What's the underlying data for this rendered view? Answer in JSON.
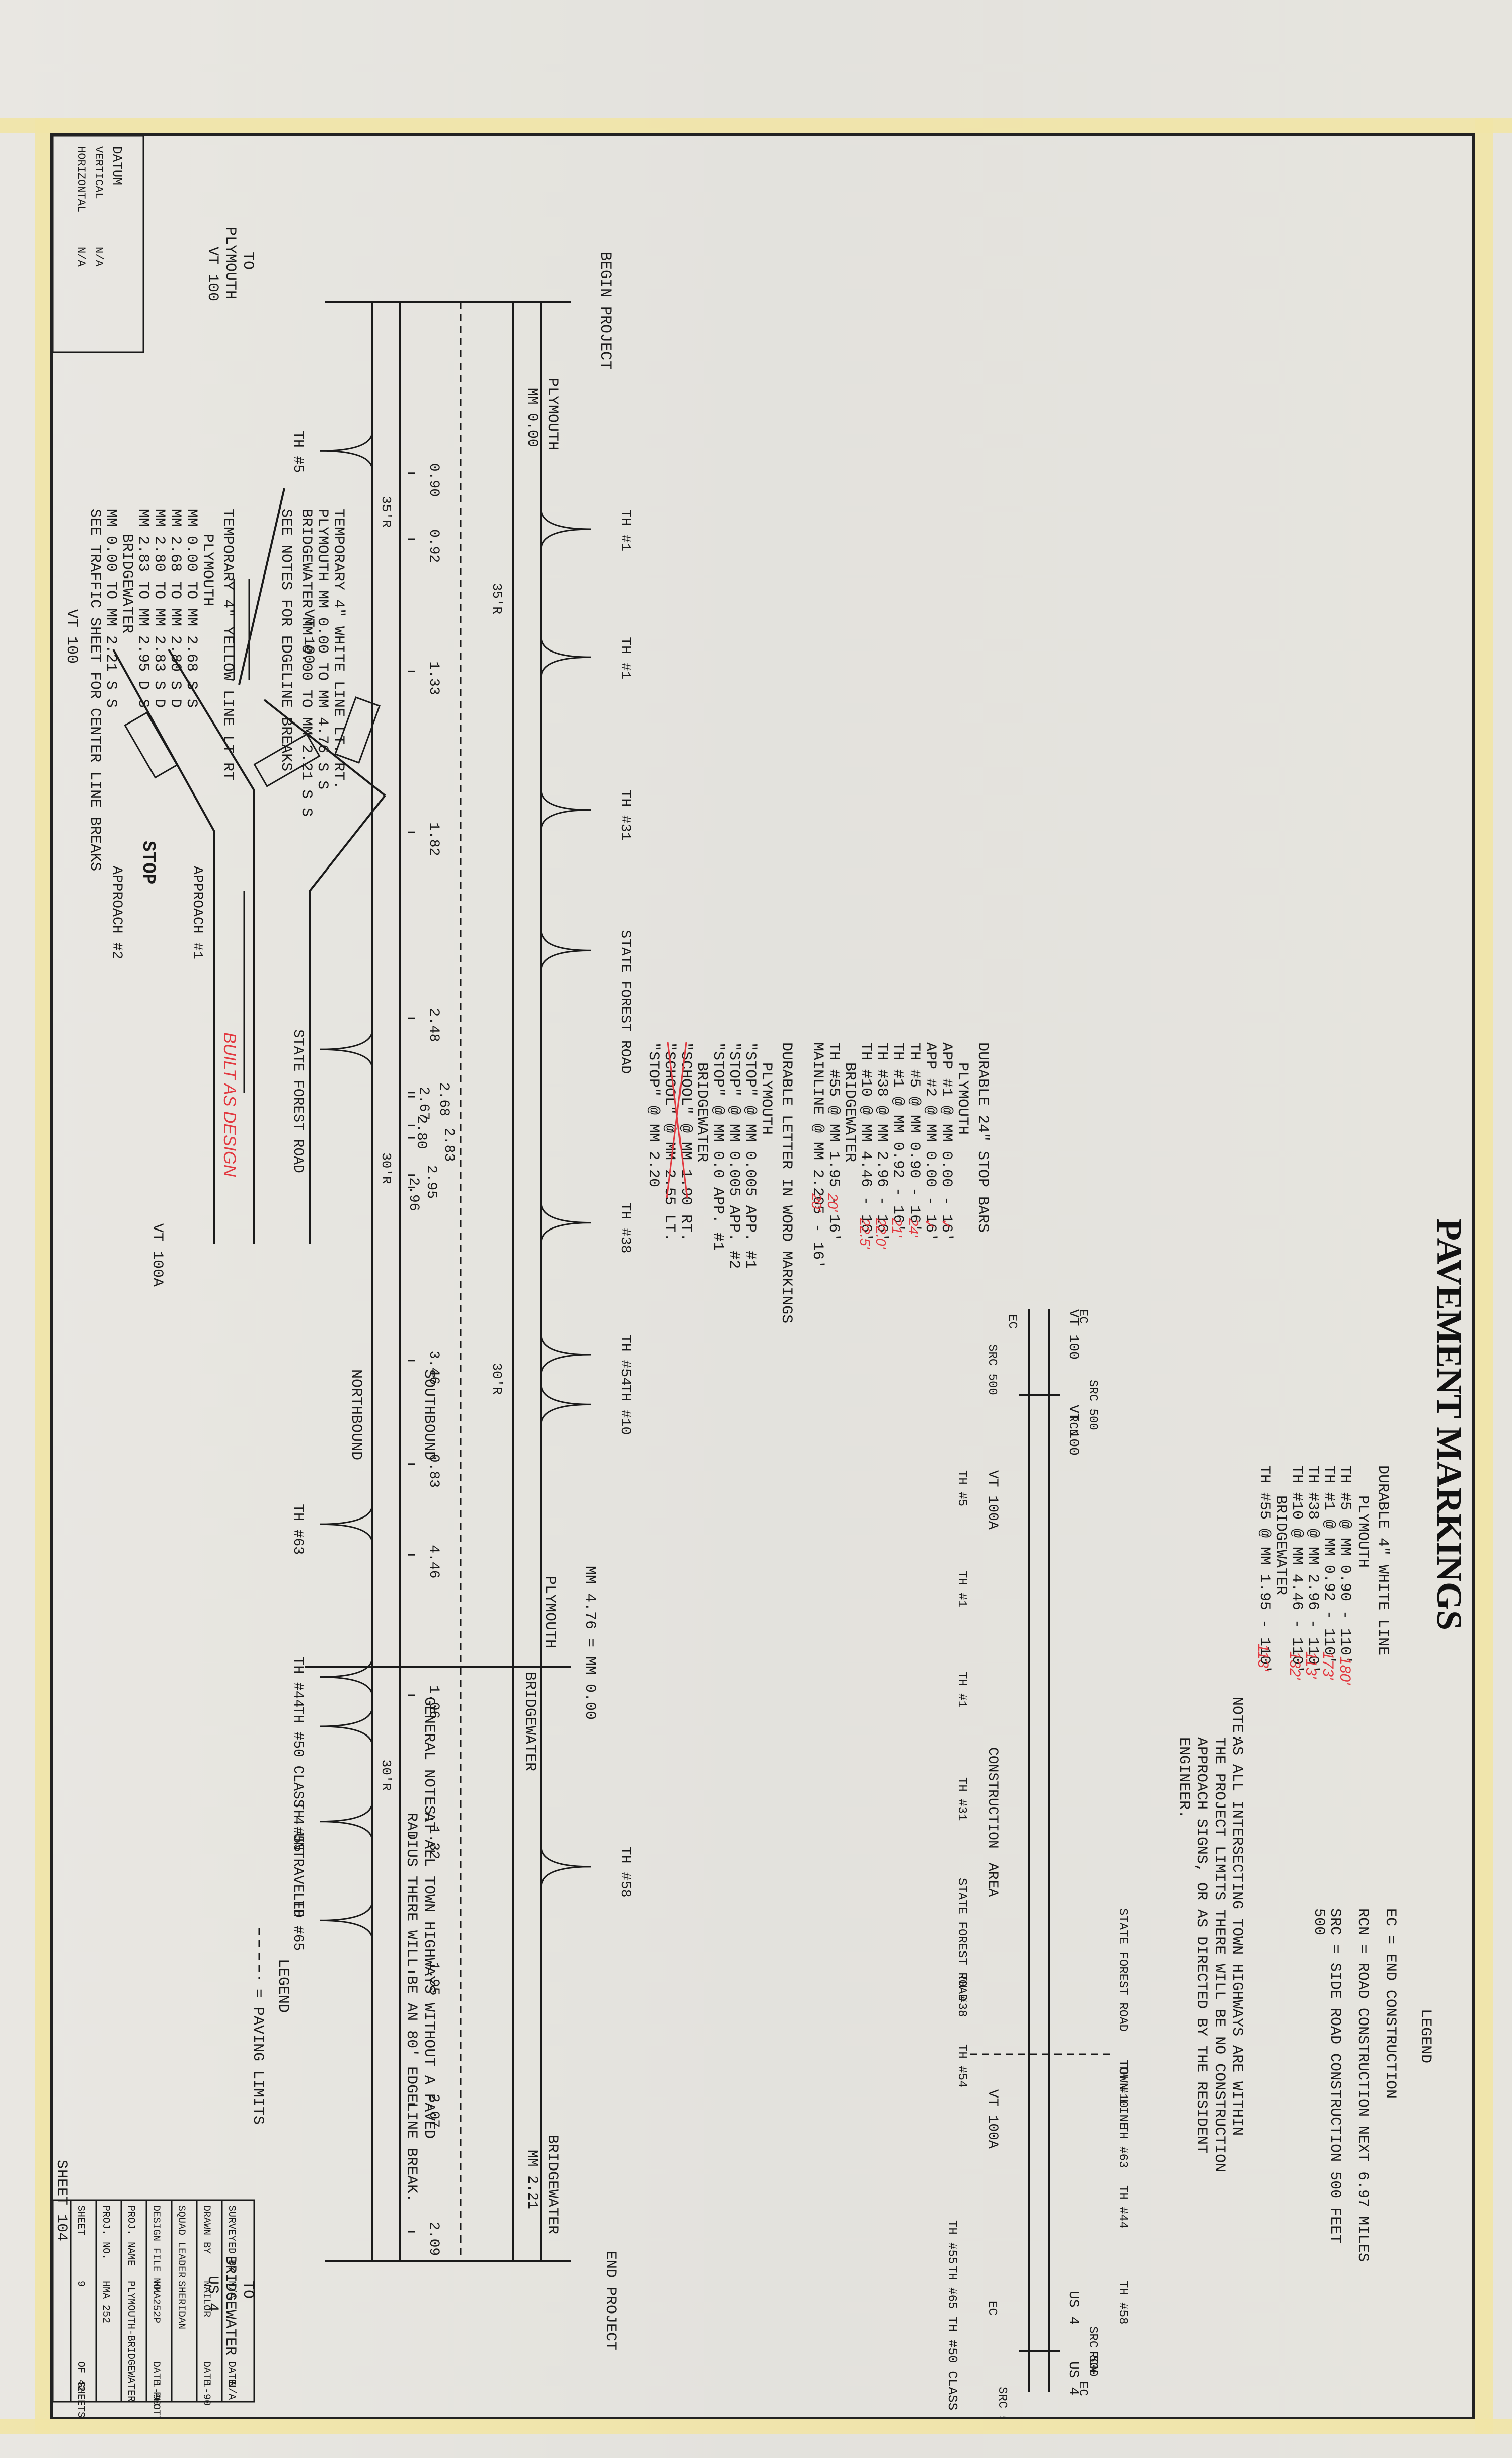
{
  "title": "PAVEMENT MARKINGS",
  "legend": {
    "title": "LEGEND",
    "lines": [
      "EC = END CONSTRUCTION",
      "RCN = ROAD CONSTRUCTION NEXT 6.97 MILES",
      "SRC = SIDE ROAD CONSTRUCTION 500 FEET",
      "500"
    ]
  },
  "note": {
    "label": "NOTE:",
    "lines": [
      "AS ALL INTERSECTING TOWN HIGHWAYS ARE WITHIN",
      "THE PROJECT LIMITS THERE WILL BE NO CONSTRUCTION",
      "APPROACH SIGNS, OR AS DIRECTED BY THE RESIDENT",
      "ENGINEER."
    ]
  },
  "durable_white": {
    "title": "DURABLE 4\" WHITE LINE",
    "town1": "PLYMOUTH",
    "town2": "BRIDGEWATER",
    "lines": [
      "TH #5 @ MM 0.90 - 110'",
      "TH #1 @ MM 0.92 - 110'",
      "TH #38 @ MM 2.96 - 110'",
      "TH #10 @ MM 4.46 - 110'",
      "TH #55 @ MM 1.95 - 110'"
    ],
    "handwritten": [
      "180'",
      "173'",
      "113'",
      "132'",
      "113'"
    ]
  },
  "stop_bars": {
    "title": "DURABLE 24\" STOP BARS",
    "town1": "PLYMOUTH",
    "town2": "BRIDGEWATER",
    "lines": [
      "APP #1 @ MM 0.00 - 16'",
      "APP #2 @ MM 0.00 - 16'",
      "TH #5 @ MM 0.90 - 16'",
      "TH #1 @ MM 0.92 - 16'",
      "TH #38 @ MM 2.96 - 16'",
      "TH #10 @ MM 4.46 - 16'",
      "TH #55 @ MM 1.95 - 16'",
      "MAINLINE @ MM 2.205 - 16'"
    ],
    "handwritten": [
      "✓",
      "✓",
      "24'",
      "21'",
      "22.0'",
      "22.5'",
      "20'",
      "20'"
    ]
  },
  "word_markings": {
    "title": "DURABLE LETTER IN WORD MARKINGS",
    "town1": "PLYMOUTH",
    "town2": "BRIDGEWATER",
    "lines": [
      "\"STOP\" @ MM 0.005 APP. #1",
      "\"STOP\" @ MM 0.005 APP. #2",
      "\"STOP\" @ MM 0.0 APP. #1",
      "\"SCHOOL\" @ MM 1.90 RT.",
      "\"SCHOOL\" @ MM 2.55 LT.",
      "\"STOP\" @ MM 2.20"
    ]
  },
  "temp_white": {
    "title": "TEMPORARY 4\" WHITE LINE          LT.    RT.",
    "lines": [
      "PLYMOUTH MM 0.00 TO MM 4.76   S      S",
      "BRIDGEWATER MM 0.00 TO MM 2.21 S    S",
      "SEE NOTES FOR EDGELINE BREAKS"
    ]
  },
  "temp_yellow": {
    "title": "TEMPORARY 4\" YELLOW LINE   LT   RT",
    "town1": "PLYMOUTH",
    "town2": "BRIDGEWATER",
    "lines": [
      "MM 0.00 TO MM 2.68   S    S",
      "MM 2.68 TO MM 2.80   S    D",
      "MM 2.80 TO MM 2.83   S    D",
      "MM 2.83 TO MM 2.95   D    S",
      "MM 0.00 TO MM 2.21   S    S",
      "SEE TRAFFIC SHEET FOR CENTER LINE BREAKS"
    ]
  },
  "datum": {
    "title": "DATUM",
    "vertical_label": "VERTICAL",
    "horizontal_label": "HORIZONTAL",
    "vertical": "N/A",
    "horizontal": "N/A"
  },
  "main_road": {
    "begin_project": "BEGIN PROJECT",
    "begin_town": "PLYMOUTH",
    "begin_mm": "MM 0.00",
    "to_left": [
      "TO",
      "PLYMOUTH",
      "VT 100"
    ],
    "end_project": "END PROJECT",
    "end_town": "BRIDGEWATER",
    "end_mm": "MM 2.21",
    "to_right": [
      "TO",
      "BRIDGEWATER",
      "US 4"
    ],
    "town_line_mm": "MM 4.76 = MM 0.00",
    "town_line_left": "PLYMOUTH",
    "town_line_right": "BRIDGEWATER",
    "southbound": "SOUTHBOUND",
    "northbound": "NORTHBOUND",
    "built_as_design": "BUILT AS DESIGN",
    "mileposts": [
      "0.90",
      "0.92",
      "1.33",
      "1.82",
      "2.48",
      "2.67",
      "2.68",
      "2.80",
      "2.83",
      "2.95",
      "2.96",
      "3.46",
      "4.46",
      "0.83",
      "1.06",
      "1.32",
      "1.95",
      "2.07",
      "2.09"
    ],
    "side_roads": [
      "TH #5",
      "TH #1",
      "TH #1",
      "TH #31",
      "STATE FOREST ROAD",
      "STATE FOREST ROAD",
      "TH #38",
      "TH #54",
      "TH #10",
      "TH #63",
      "TH #44",
      "TH #50 CLASS 4 UNTRAVELED",
      "TH #55",
      "TH #65",
      "TH #58"
    ],
    "radii": [
      "35'R",
      "35'R",
      "30'R",
      "30'R",
      "30'R"
    ]
  },
  "y_intersection": {
    "stop": "STOP",
    "vt100_a": "VT 100",
    "vt100_b": "VT 100",
    "approach1": "APPROACH #1",
    "approach2": "APPROACH #2",
    "vt100a": "VT 100A"
  },
  "key_map": {
    "vt100_left": "VT 100",
    "vt100_right": "VT 100",
    "vt100a_left": "VT 100A",
    "vt100a_right": "VT 100A",
    "construction": "CONSTRUCTION",
    "area": "AREA",
    "us4_left": "US 4",
    "us4_right": "US 4",
    "town_line": "TOWN LINE",
    "class4": "TH #50 CLASS 4 UNTRAVELED",
    "labels": [
      "EC",
      "SRC 500",
      "RCN",
      "EC",
      "SRC 500",
      "TH #5",
      "TH #1",
      "TH #1",
      "TH #31",
      "STATE FOREST ROAD",
      "STATE FOREST ROAD",
      "TH #38",
      "TH #54",
      "TH #10",
      "TH #63",
      "TH #44",
      "TH #55",
      "TH #65",
      "TH #58",
      "SRC 500",
      "RCN",
      "EC",
      "SRC 500",
      "EC"
    ]
  },
  "general_notes": {
    "label": "GENERAL NOTES:",
    "lines": [
      "AT ALL TOWN HIGHWAYS WITHOUT A PAVED",
      "RADIUS THERE WILL BE AN 80' EDGELINE BREAK."
    ]
  },
  "paving_legend": {
    "title": "LEGEND",
    "entry": "= PAVING LIMITS"
  },
  "title_block": {
    "sheet_no": "SHEET 104",
    "rows": [
      [
        "SURVEYED BY",
        "N/A",
        "DATE",
        "N/A"
      ],
      [
        "DRAWN BY",
        "NAILOR",
        "DATE",
        "1-90"
      ],
      [
        "SQUAD LEADER",
        "SHERIDAN",
        "",
        ""
      ],
      [
        "DESIGN FILE NO.",
        "HMA252P",
        "DATE PLOTTED",
        "1-90"
      ],
      [
        "PROJ. NAME",
        "PLYMOUTH-BRIDGEWATER",
        "",
        ""
      ],
      [
        "PROJ. NO.",
        "HMA 252",
        "",
        ""
      ],
      [
        "SHEET",
        "9",
        "OF 42",
        "SHEETS"
      ]
    ]
  }
}
